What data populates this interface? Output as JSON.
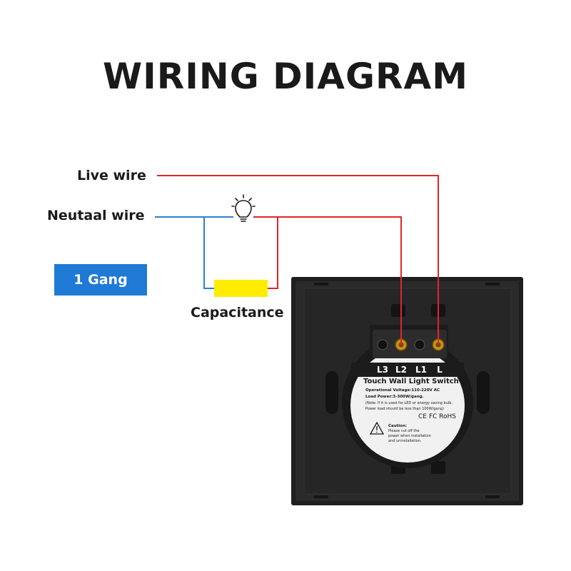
{
  "title": "WIRING DIAGRAM",
  "labels": {
    "live_wire": "Live wire",
    "neutral_wire": "Neutaal wire",
    "capacitance": "Capacitance"
  },
  "gang_badge": "1 Gang",
  "terminals": [
    "L3",
    "L2",
    "L1",
    "L"
  ],
  "switch_label": {
    "name": "Touch Wall Light Switch",
    "operational_voltage": "Operational Voltage:110-220V AC",
    "load_power": "Load Power:3-300W/gang.",
    "note_line1": "(Note: If it is used for LED or energy saving bulb,",
    "note_line2": "Power load should be less than 100W/gang)",
    "certifications": "CE FC RoHS",
    "caution_title": "Caution:",
    "caution_line1": "Please cut off the",
    "caution_line2": "power when installation",
    "caution_line3": "and uninstallation."
  },
  "colors": {
    "live": "#e0252a",
    "neutral": "#2b7fd4",
    "badge": "#1f7ad6",
    "capacitor": "#ffec00",
    "panel": "#222222",
    "label_disc": "#f1f1f1"
  },
  "icons": [
    "light-bulb-icon",
    "warning-triangle-icon"
  ]
}
